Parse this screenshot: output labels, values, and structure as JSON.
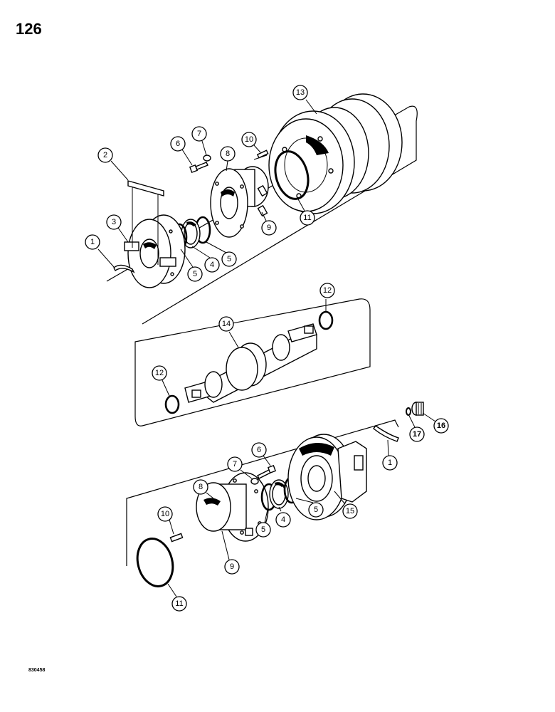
{
  "page": {
    "number": "126",
    "figure_code": "830458"
  },
  "callouts": {
    "upper": [
      "1",
      "2",
      "3",
      "4",
      "5",
      "5",
      "6",
      "7",
      "8",
      "9",
      "10",
      "11",
      "13"
    ],
    "middle": [
      "12",
      "12",
      "14"
    ],
    "lower": [
      "1",
      "4",
      "5",
      "5",
      "6",
      "7",
      "8",
      "9",
      "10",
      "11",
      "15",
      "16",
      "17"
    ]
  },
  "labels": {
    "c1a": "1",
    "c2": "2",
    "c3": "3",
    "c4a": "4",
    "c5a": "5",
    "c5b": "5",
    "c6a": "6",
    "c7a": "7",
    "c8a": "8",
    "c9a": "9",
    "c10a": "10",
    "c11a": "11",
    "c13": "13",
    "c12a": "12",
    "c12b": "12",
    "c14": "14",
    "c1b": "1",
    "c4b": "4",
    "c5c": "5",
    "c5d": "5",
    "c6b": "6",
    "c7b": "7",
    "c8b": "8",
    "c9b": "9",
    "c10b": "10",
    "c11b": "11",
    "c15": "15",
    "c16": "16",
    "c17": "17"
  }
}
